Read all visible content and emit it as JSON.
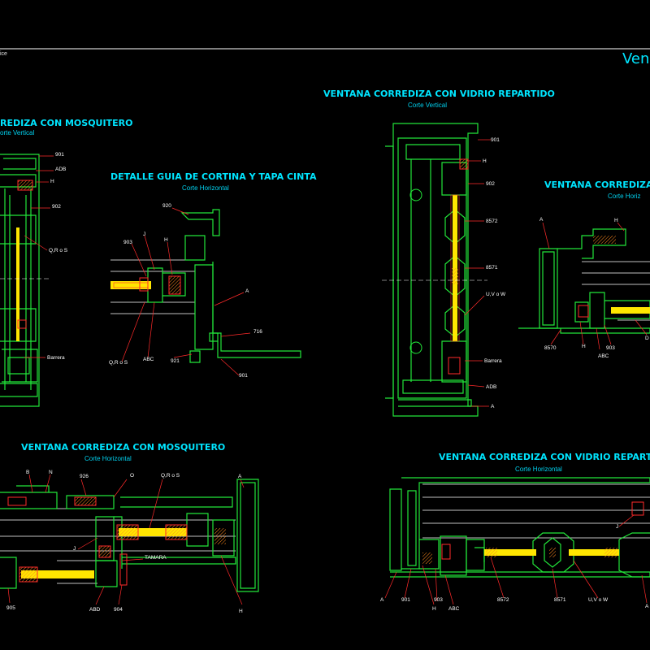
{
  "header": {
    "left_text": "ice",
    "right_text": "Ven"
  },
  "colors": {
    "background": "#000000",
    "profile_green": "#22e63a",
    "glass_yellow": "#ffe600",
    "seal_red": "#ff2a2a",
    "title_cyan": "#00e5ff",
    "hatch_orange": "#ff8a1e",
    "label_white": "#ffffff"
  },
  "drawings": {
    "mosquitero_vertical": {
      "title": "REDIZA CON MOSQUITERO",
      "subtitle": "orte Vertical",
      "labels": [
        "901",
        "ADB",
        "H",
        "902",
        "Q,R o S",
        "Barrera"
      ]
    },
    "guia_cortina": {
      "title": "DETALLE GUIA DE CORTINA Y TAPA CINTA",
      "subtitle": "Corte Horizontal",
      "labels": [
        "920",
        "903",
        "J",
        "H",
        "A",
        "716",
        "Q,R o S",
        "ABC",
        "921",
        "901"
      ]
    },
    "vidrio_vertical": {
      "title": "VENTANA CORREDIZA CON VIDRIO REPARTIDO",
      "subtitle": "Corte Vertical",
      "labels": [
        "901",
        "H",
        "902",
        "8572",
        "8571",
        "U,V o W",
        "Barrera",
        "ADB",
        "A"
      ]
    },
    "right_partial": {
      "title": "VENTANA CORREDIZA C",
      "subtitle": "Corte Horiz",
      "labels": [
        "A",
        "H",
        "8570",
        "H",
        "ABC",
        "903",
        "D"
      ]
    },
    "mosquitero_horizontal": {
      "title": "VENTANA CORREDIZA CON MOSQUITERO",
      "subtitle": "Corte Horizontal",
      "labels": [
        "B",
        "N",
        "926",
        "O",
        "Q,R o S",
        "A",
        "J",
        "TAMARA",
        "905",
        "ABD",
        "904",
        "H"
      ]
    },
    "vidrio_horizontal": {
      "title": "VENTANA CORREDIZA CON VIDRIO REPARTIDO",
      "subtitle": "Corte Horizontal",
      "labels": [
        "J",
        "A",
        "901",
        "H",
        "ABC",
        "903",
        "8572",
        "8571",
        "U,V o W",
        "A"
      ]
    }
  }
}
